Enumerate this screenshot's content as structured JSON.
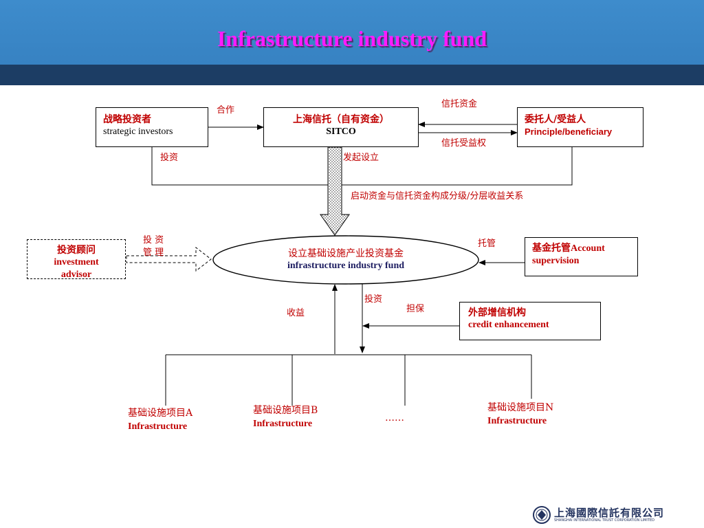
{
  "slide": {
    "title": "Infrastructure industry fund"
  },
  "nodes": {
    "strategic_investors": {
      "zh": "战略投资者",
      "en": "strategic investors"
    },
    "sitco": {
      "zh": "上海信托（自有资金）",
      "en": "SITCO"
    },
    "principle": {
      "zh": "委托人/受益人",
      "en": "Principle/beneficiary"
    },
    "advisor": {
      "zh": "投资顾问",
      "en_line1": "investment",
      "en_line2": "advisor"
    },
    "fund": {
      "zh": "设立基础设施产业投资基金",
      "en": "infrastructure industry fund"
    },
    "custody": {
      "zh": "基金托管",
      "en_inline": "Account",
      "en": "supervision"
    },
    "credit": {
      "zh": "外部增信机构",
      "en": "credit enhancement"
    },
    "project_a": {
      "zh": "基础设施项目A",
      "en": "Infrastructure"
    },
    "project_b": {
      "zh": "基础设施项目B",
      "en": "Infrastructure"
    },
    "project_n": {
      "zh": "基础设施项目N",
      "en": "Infrastructure"
    },
    "ellipsis": "……"
  },
  "edge_labels": {
    "cooperate": "合作",
    "trust_funds": "信托资金",
    "trust_beneficial_rights": "信托受益权",
    "invest_left": "投资",
    "initiate": "发起设立",
    "tiered_returns": "启动资金与信托资金构成分级/分层收益关系",
    "invest_manage_1": "投 资",
    "invest_manage_2": "管 理",
    "custody_edge": "托管",
    "returns": "收益",
    "invest_down": "投资",
    "guarantee": "担保"
  },
  "logo": {
    "name_zh": "上海國際信託有限公司",
    "name_en": "SHANGHAI INTERNATIONAL TRUST CORPORATION LIMITED",
    "mark": "SITCO"
  }
}
